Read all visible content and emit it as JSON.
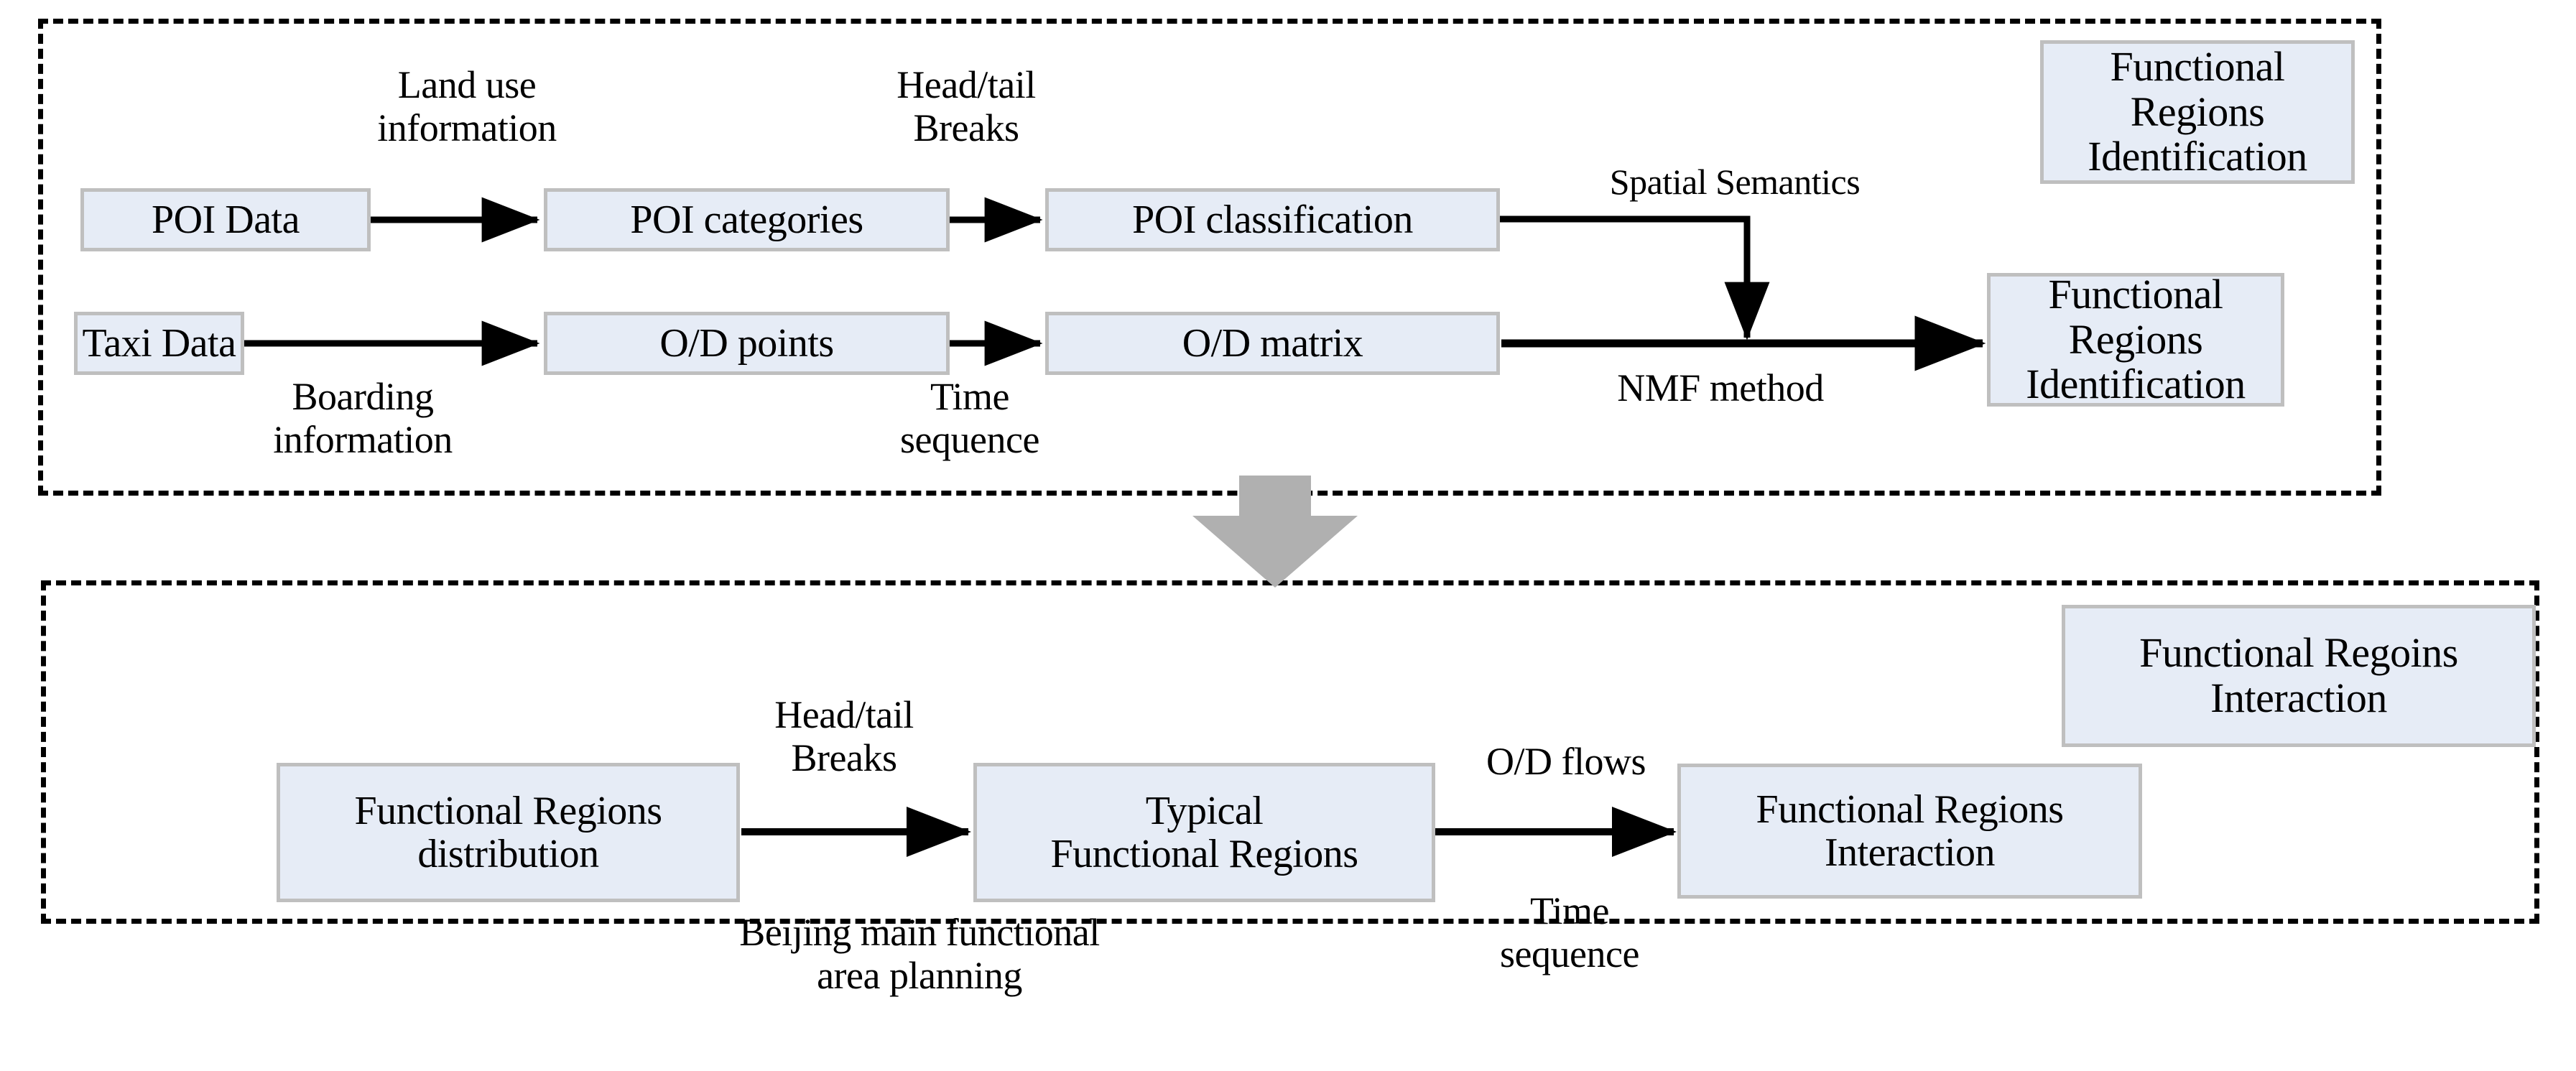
{
  "figure": {
    "title": "Research framework: functional regions identification and interaction",
    "background": "#ffffff",
    "box_fill": "#e6ecf6",
    "box_border": "#bfbfbf",
    "line_color": "#000000",
    "big_arrow_color": "#b0b0b0"
  },
  "sections": [
    {
      "id": "identification",
      "title": "Functional Regions\nIdentification"
    },
    {
      "id": "interaction",
      "title": "Functional Regoins\nInteraction"
    }
  ],
  "nodes": {
    "poi_data": "POI Data",
    "poi_categories": "POI categories",
    "poi_classification": "POI classification",
    "taxi_data": "Taxi Data",
    "od_points": "O/D points",
    "od_matrix": "O/D matrix",
    "functional_regions_identification": "Functional Regions\nIdentification",
    "functional_regions_distribution": "Functional Regions\ndistribution",
    "typical_functional_regions": "Typical\nFunctional Regions",
    "functional_regions_interaction": "Functional Regions\nInteraction"
  },
  "edge_labels": {
    "land_use_information": "Land use\ninformation",
    "head_tail_breaks_top": "Head/tail\nBreaks",
    "spatial_semantics": "Spatial Semantics",
    "boarding_information": "Boarding\ninformation",
    "time_sequence_top": "Time\nsequence",
    "nmf_method": "NMF method",
    "head_tail_breaks_bottom": "Head/tail\nBreaks",
    "beijing_main_functional_area_planning": "Beijing main functional\narea planning",
    "od_flows": "O/D flows",
    "time_sequence_bottom": "Time\nsequence"
  }
}
